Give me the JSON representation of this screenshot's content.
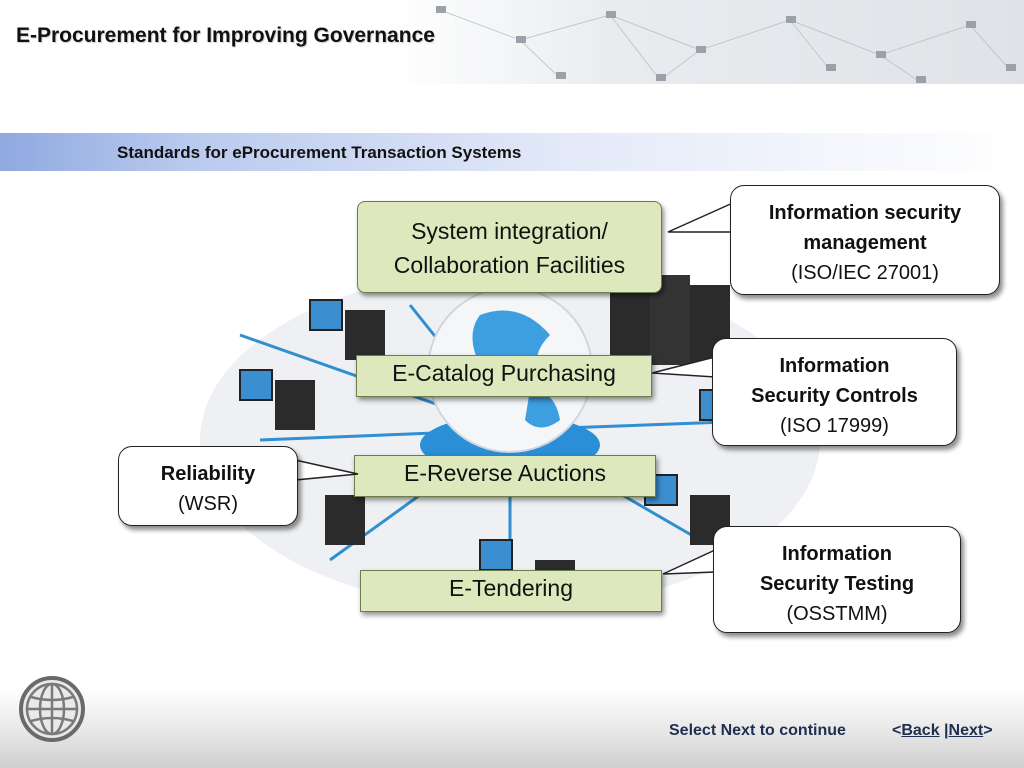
{
  "header": {
    "title": "E-Procurement for Improving Governance"
  },
  "band": {
    "title": "Standards for eProcurement Transaction Systems"
  },
  "boxes": {
    "integration_line1": "System integration/",
    "integration_line2": "Collaboration Facilities",
    "catalog": "E-Catalog Purchasing",
    "reverse": "E-Reverse Auctions",
    "tendering": "E-Tendering"
  },
  "callouts": {
    "ism": {
      "line1": "Information security",
      "line2": "management",
      "line3": "(ISO/IEC 27001)"
    },
    "isc": {
      "line1": "Information",
      "line2": "Security Controls",
      "line3": "(ISO 17999)"
    },
    "rel": {
      "line1": "Reliability",
      "line2": "(WSR)"
    },
    "ist": {
      "line1": "Information",
      "line2": "Security Testing",
      "line3": "(OSSTMM)"
    }
  },
  "footer": {
    "continue_text": "Select Next to continue",
    "back_label": "Back",
    "next_label": "Next",
    "open": "<",
    "sep": "|",
    "close": ">"
  },
  "colors": {
    "green_box": "#dde9bd",
    "band_start": "#8fa9e0",
    "link": "#1f2f4f"
  },
  "icons": [
    "network-globe-icon",
    "server-icon",
    "computer-monitor-icon",
    "world-globe-icon"
  ]
}
